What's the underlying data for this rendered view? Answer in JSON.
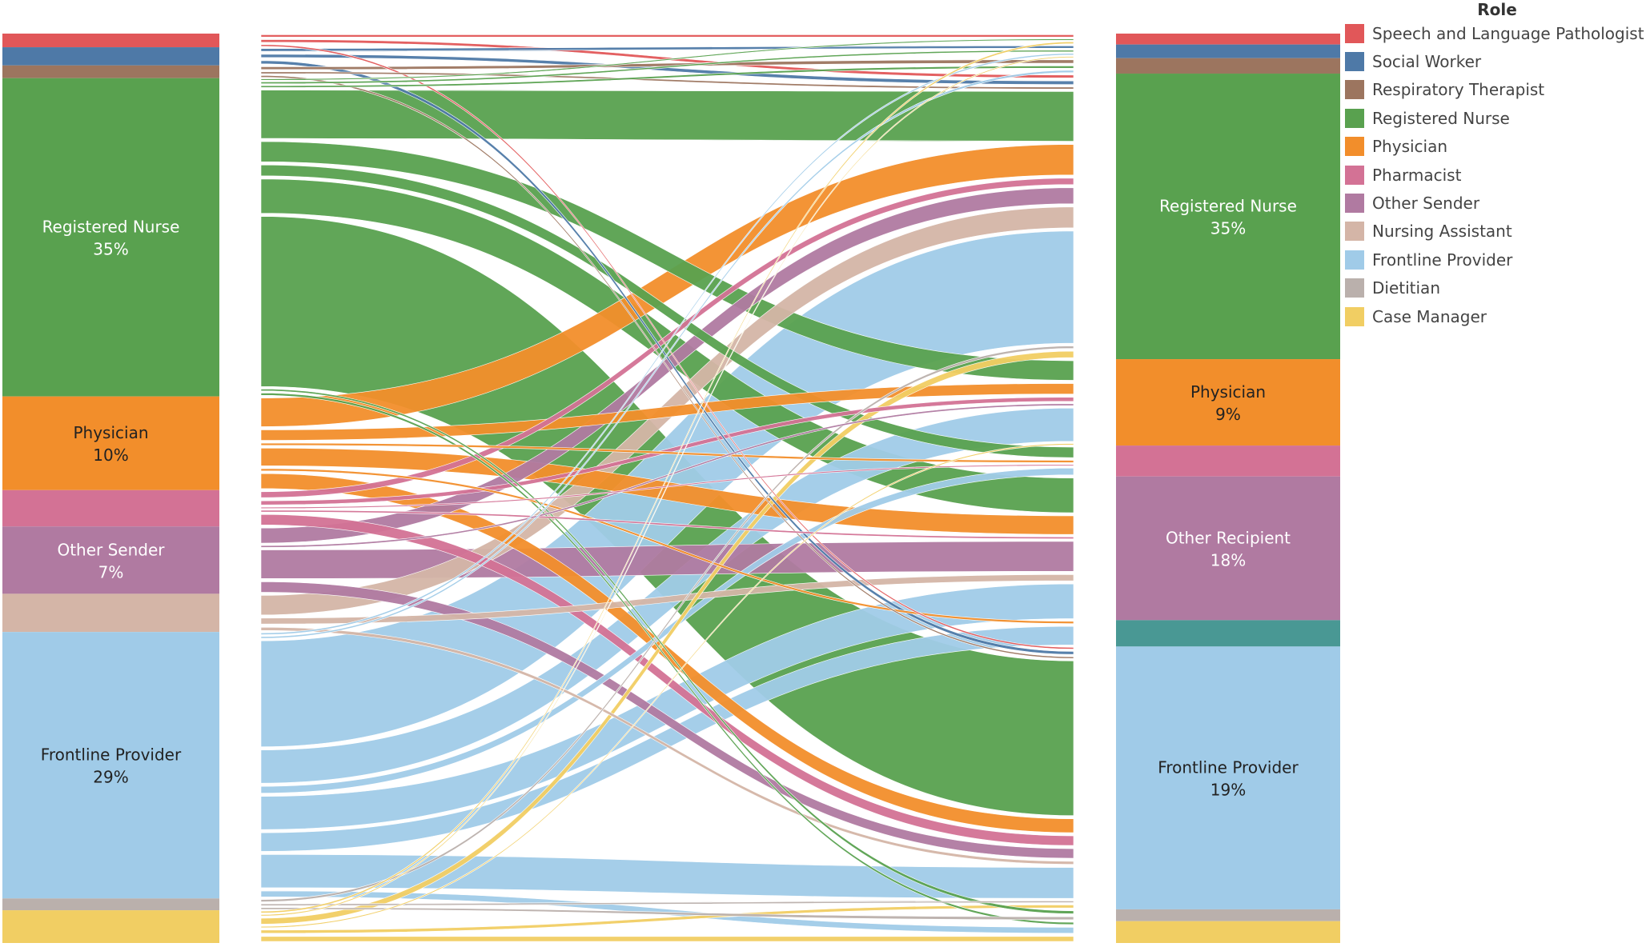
{
  "legend": {
    "title": "Role",
    "items": [
      {
        "label": "Speech and Language Pathologist",
        "color": "#e15759"
      },
      {
        "label": "Social Worker",
        "color": "#4e79a7"
      },
      {
        "label": "Respiratory Therapist",
        "color": "#9c755f"
      },
      {
        "label": "Registered Nurse",
        "color": "#59a14f"
      },
      {
        "label": "Physician",
        "color": "#f28e2b"
      },
      {
        "label": "Pharmacist",
        "color": "#d37295"
      },
      {
        "label": "Other Sender",
        "color": "#b07aa1"
      },
      {
        "label": "Nursing Assistant",
        "color": "#d4b5a7"
      },
      {
        "label": "Frontline Provider",
        "color": "#a0cbe8"
      },
      {
        "label": "Dietitian",
        "color": "#bab0ac"
      },
      {
        "label": "Case Manager",
        "color": "#f1ce63"
      }
    ]
  },
  "chart_data": {
    "type": "sankey",
    "senders": [
      {
        "role": "Speech and Language Pathologist",
        "color": "#e15759",
        "share": 1.5
      },
      {
        "role": "Social Worker",
        "color": "#4e79a7",
        "share": 2.0
      },
      {
        "role": "Respiratory Therapist",
        "color": "#9c755f",
        "share": 1.4
      },
      {
        "role": "Registered Nurse",
        "color": "#59a14f",
        "share": 35,
        "label": "Registered Nurse",
        "pct": "35%",
        "text_color": "#ffffff"
      },
      {
        "role": "Physician",
        "color": "#f28e2b",
        "share": 10.3,
        "label": "Physician",
        "pct": "10%",
        "text_color": "#222222"
      },
      {
        "role": "Pharmacist",
        "color": "#d37295",
        "share": 4.0
      },
      {
        "role": "Other Sender",
        "color": "#b07aa1",
        "share": 7.4,
        "label": "Other Sender",
        "pct": "7%",
        "text_color": "#ffffff"
      },
      {
        "role": "Nursing Assistant",
        "color": "#d4b5a7",
        "share": 4.2
      },
      {
        "role": "Frontline Provider",
        "color": "#a0cbe8",
        "share": 29.3,
        "label": "Frontline Provider",
        "pct": "29%",
        "text_color": "#222222"
      },
      {
        "role": "Dietitian",
        "color": "#bab0ac",
        "share": 1.3
      },
      {
        "role": "Case Manager",
        "color": "#f1ce63",
        "share": 3.6
      }
    ],
    "recipients": [
      {
        "role": "Speech and Language Pathologist",
        "color": "#e15759",
        "share": 1.2
      },
      {
        "role": "Social Worker",
        "color": "#4e79a7",
        "share": 1.5
      },
      {
        "role": "Respiratory Therapist",
        "color": "#9c755f",
        "share": 1.7
      },
      {
        "role": "Registered Nurse",
        "color": "#59a14f",
        "share": 31.4,
        "label": "Registered Nurse",
        "pct": "35%",
        "text_color": "#ffffff"
      },
      {
        "role": "Physician",
        "color": "#f28e2b",
        "share": 9.5,
        "label": "Physician",
        "pct": "9%",
        "text_color": "#222222"
      },
      {
        "role": "Pharmacist",
        "color": "#d37295",
        "share": 3.4
      },
      {
        "role": "Other Recipient",
        "color": "#b07aa1",
        "share": 15.8,
        "label": "Other Recipient",
        "pct": "18%",
        "text_color": "#ffffff"
      },
      {
        "role": "Other Recipient (unlabeled)",
        "color": "#499894",
        "share": 2.9
      },
      {
        "role": "Frontline Provider",
        "color": "#a0cbe8",
        "share": 28.9,
        "label": "Frontline Provider",
        "pct": "19%",
        "text_color": "#222222"
      },
      {
        "role": "Dietitian",
        "color": "#bab0ac",
        "share": 1.3
      },
      {
        "role": "Case Manager",
        "color": "#f1ce63",
        "share": 2.4
      }
    ],
    "flows": [
      {
        "from": "Speech and Language Pathologist",
        "to": "Speech and Language Pathologist",
        "value": 0.5
      },
      {
        "from": "Speech and Language Pathologist",
        "to": "Registered Nurse",
        "value": 0.6
      },
      {
        "from": "Speech and Language Pathologist",
        "to": "Frontline Provider",
        "value": 0.4
      },
      {
        "from": "Social Worker",
        "to": "Social Worker",
        "value": 0.6
      },
      {
        "from": "Social Worker",
        "to": "Registered Nurse",
        "value": 0.7
      },
      {
        "from": "Social Worker",
        "to": "Frontline Provider",
        "value": 0.7
      },
      {
        "from": "Respiratory Therapist",
        "to": "Respiratory Therapist",
        "value": 0.6
      },
      {
        "from": "Respiratory Therapist",
        "to": "Registered Nurse",
        "value": 0.4
      },
      {
        "from": "Respiratory Therapist",
        "to": "Frontline Provider",
        "value": 0.4
      },
      {
        "from": "Registered Nurse",
        "to": "Registered Nurse",
        "value": 5.5
      },
      {
        "from": "Registered Nurse",
        "to": "Physician",
        "value": 2.5
      },
      {
        "from": "Registered Nurse",
        "to": "Pharmacist",
        "value": 1.5
      },
      {
        "from": "Registered Nurse",
        "to": "Other Recipient",
        "value": 4.0
      },
      {
        "from": "Registered Nurse",
        "to": "Frontline Provider",
        "value": 18.5
      },
      {
        "from": "Registered Nurse",
        "to": "Speech and Language Pathologist",
        "value": 0.3
      },
      {
        "from": "Registered Nurse",
        "to": "Respiratory Therapist",
        "value": 0.4
      },
      {
        "from": "Registered Nurse",
        "to": "Case Manager",
        "value": 0.5
      },
      {
        "from": "Registered Nurse",
        "to": "Dietitian",
        "value": 0.4
      },
      {
        "from": "Registered Nurse",
        "to": "Social Worker",
        "value": 0.4
      },
      {
        "from": "Physician",
        "to": "Registered Nurse",
        "value": 3.5
      },
      {
        "from": "Physician",
        "to": "Physician",
        "value": 1.5
      },
      {
        "from": "Physician",
        "to": "Other Recipient",
        "value": 2.3
      },
      {
        "from": "Physician",
        "to": "Frontline Provider",
        "value": 2.0
      },
      {
        "from": "Physician",
        "to": "Pharmacist",
        "value": 0.5
      },
      {
        "from": "Physician",
        "to": "Other Recipient (unlabeled)",
        "value": 0.5
      },
      {
        "from": "Pharmacist",
        "to": "Registered Nurse",
        "value": 1.0
      },
      {
        "from": "Pharmacist",
        "to": "Physician",
        "value": 0.8
      },
      {
        "from": "Pharmacist",
        "to": "Pharmacist",
        "value": 0.3
      },
      {
        "from": "Pharmacist",
        "to": "Frontline Provider",
        "value": 1.5
      },
      {
        "from": "Pharmacist",
        "to": "Other Recipient",
        "value": 0.4
      },
      {
        "from": "Other Sender",
        "to": "Registered Nurse",
        "value": 2.0
      },
      {
        "from": "Other Sender",
        "to": "Other Recipient",
        "value": 3.5
      },
      {
        "from": "Other Sender",
        "to": "Frontline Provider",
        "value": 1.5
      },
      {
        "from": "Other Sender",
        "to": "Physician",
        "value": 0.4
      },
      {
        "from": "Nursing Assistant",
        "to": "Registered Nurse",
        "value": 2.5
      },
      {
        "from": "Nursing Assistant",
        "to": "Other Recipient",
        "value": 1.0
      },
      {
        "from": "Nursing Assistant",
        "to": "Frontline Provider",
        "value": 0.7
      },
      {
        "from": "Frontline Provider",
        "to": "Registered Nurse",
        "value": 12.0
      },
      {
        "from": "Frontline Provider",
        "to": "Physician",
        "value": 4.0
      },
      {
        "from": "Frontline Provider",
        "to": "Other Recipient",
        "value": 4.0
      },
      {
        "from": "Frontline Provider",
        "to": "Frontline Provider",
        "value": 4.0
      },
      {
        "from": "Frontline Provider",
        "to": "Pharmacist",
        "value": 1.1
      },
      {
        "from": "Frontline Provider",
        "to": "Other Recipient (unlabeled)",
        "value": 2.4
      },
      {
        "from": "Frontline Provider",
        "to": "Case Manager",
        "value": 1.0
      },
      {
        "from": "Frontline Provider",
        "to": "Social Worker",
        "value": 0.4
      },
      {
        "from": "Frontline Provider",
        "to": "Respiratory Therapist",
        "value": 0.4
      },
      {
        "from": "Dietitian",
        "to": "Registered Nurse",
        "value": 0.5
      },
      {
        "from": "Dietitian",
        "to": "Dietitian",
        "value": 0.4
      },
      {
        "from": "Dietitian",
        "to": "Frontline Provider",
        "value": 0.4
      },
      {
        "from": "Case Manager",
        "to": "Registered Nurse",
        "value": 1.0
      },
      {
        "from": "Case Manager",
        "to": "Frontline Provider",
        "value": 0.7
      },
      {
        "from": "Case Manager",
        "to": "Case Manager",
        "value": 0.9
      },
      {
        "from": "Case Manager",
        "to": "Physician",
        "value": 0.3
      },
      {
        "from": "Case Manager",
        "to": "Social Worker",
        "value": 0.3
      },
      {
        "from": "Case Manager",
        "to": "Speech and Language Pathologist",
        "value": 0.4
      }
    ]
  }
}
